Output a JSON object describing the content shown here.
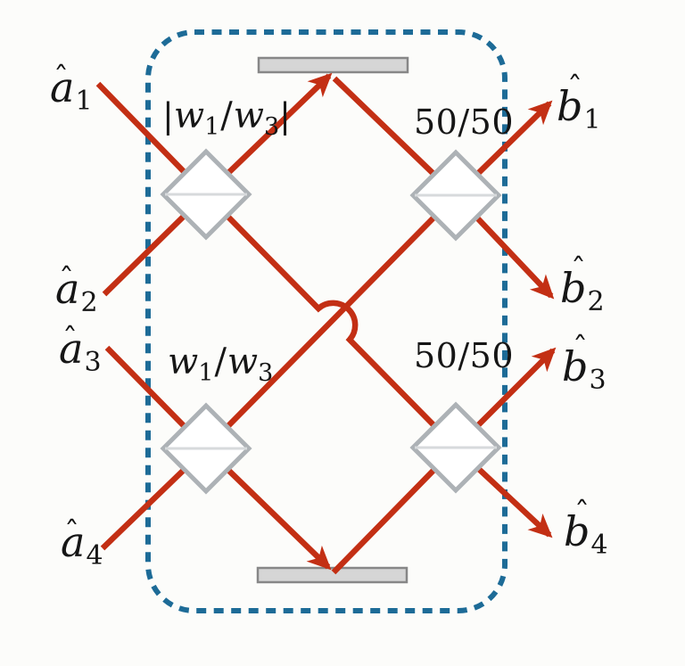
{
  "colors": {
    "beam_red": "#c32f14",
    "boundary_blue": "#1d6b97",
    "mirror_fill": "#d6d6d6",
    "mirror_edge": "#878787",
    "splitter_edge": "#adb2b6",
    "splitter_midline": "#d7dadc",
    "text_black": "#161616",
    "background": "#fcfcfa"
  },
  "glyphs": {
    "hat": "ˆ"
  },
  "inputs": [
    {
      "base": "a",
      "sub": "1"
    },
    {
      "base": "a",
      "sub": "2"
    },
    {
      "base": "a",
      "sub": "3"
    },
    {
      "base": "a",
      "sub": "4"
    }
  ],
  "outputs": [
    {
      "base": "b",
      "sub": "1"
    },
    {
      "base": "b",
      "sub": "2"
    },
    {
      "base": "b",
      "sub": "3"
    },
    {
      "base": "b",
      "sub": "4"
    }
  ],
  "splitter_labels": {
    "bs1": {
      "open_bar": "|",
      "w1": "w",
      "sub1": "1",
      "slash": "/",
      "w2": "w",
      "sub2": "3",
      "close_bar": "|"
    },
    "bs2": {
      "ratio": "50/50"
    },
    "bs3": {
      "w1": "w",
      "sub1": "1",
      "slash": "/",
      "w2": "w",
      "sub2": "3"
    },
    "bs4": {
      "ratio": "50/50"
    }
  }
}
